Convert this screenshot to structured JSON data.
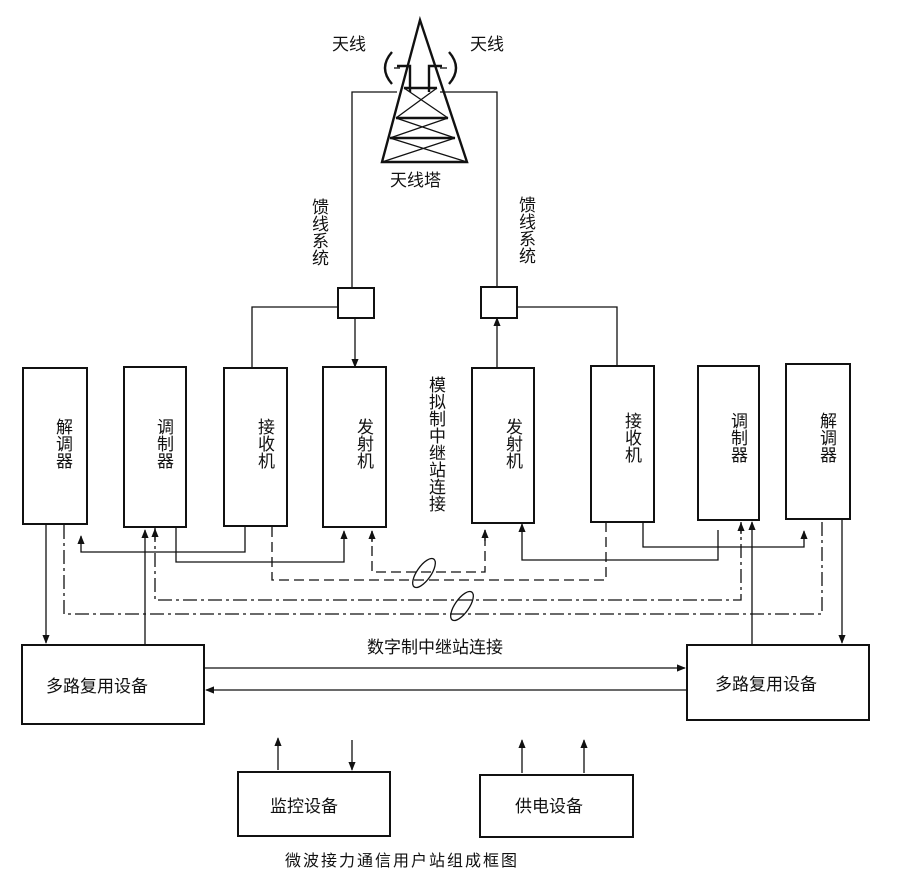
{
  "labels": {
    "antenna_left": "天线",
    "antenna_right": "天线",
    "tower": "天线塔",
    "feeder_left": "馈线系统",
    "feeder_right": "馈线系统",
    "left_demodulator": "解调器",
    "left_modulator": "调制器",
    "left_receiver": "接收机",
    "left_transmitter": "发射机",
    "right_transmitter": "发射机",
    "right_receiver": "接收机",
    "right_modulator": "调制器",
    "right_demodulator": "解调器",
    "analog_relay": "模拟制中继站连接",
    "digital_relay": "数字制中继站连接",
    "left_mux": "多路复用设备",
    "right_mux": "多路复用设备",
    "monitor": "监控设备",
    "power": "供电设备",
    "caption": "微波接力通信用户站组成框图"
  }
}
